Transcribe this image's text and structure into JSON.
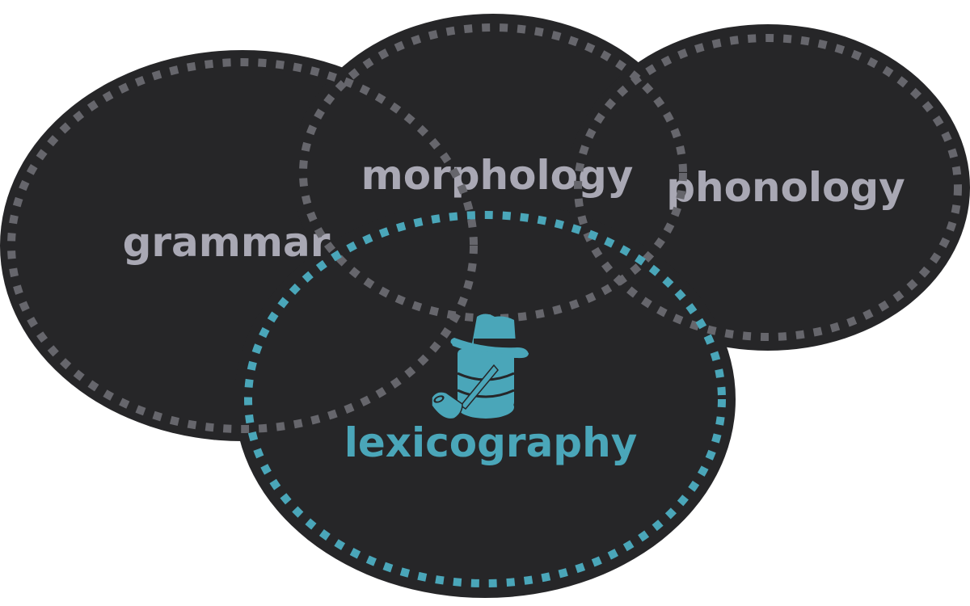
{
  "diagram": {
    "type": "venn",
    "colors": {
      "background": "#ffffff",
      "fill": "#262628",
      "dash_gray": "#66666c",
      "label_gray": "#a9a8b4",
      "accent": "#4aa6b9"
    },
    "sets": [
      {
        "id": "grammar",
        "label": "grammar",
        "highlighted": false
      },
      {
        "id": "morphology",
        "label": "morphology",
        "highlighted": false
      },
      {
        "id": "phonology",
        "label": "phonology",
        "highlighted": false
      },
      {
        "id": "lexicography",
        "label": "lexicography",
        "highlighted": true,
        "icon": "detective-database-icon"
      }
    ]
  }
}
